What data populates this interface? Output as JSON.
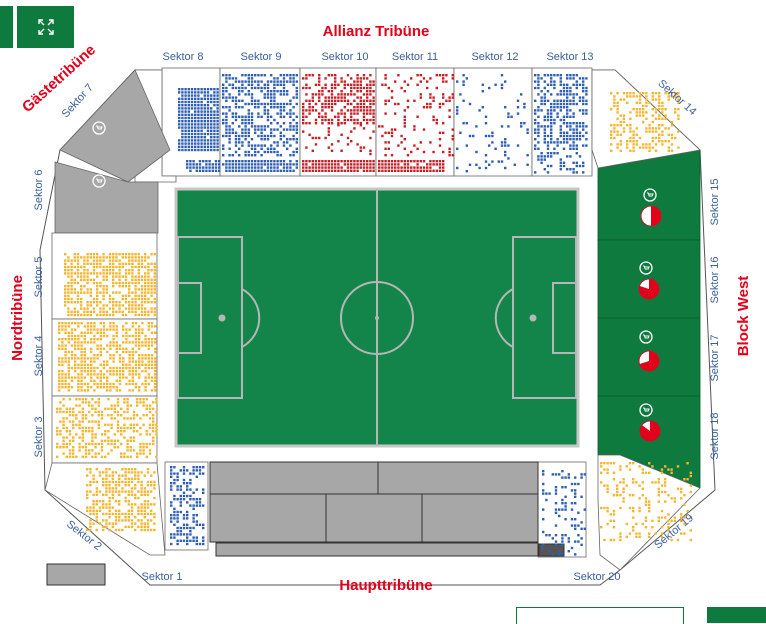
{
  "toolbar": {
    "exit_icon": "exit-fullscreen-icon",
    "fullscreen_icon": "fullscreen-icon"
  },
  "stands": {
    "north_top": "Allianz Tribüne",
    "guest": "Gästetribüne",
    "left": "Nordtribüne",
    "right": "Block West",
    "bottom": "Haupttribüne"
  },
  "sectors": {
    "s1": "Sektor 1",
    "s2": "Sektor 2",
    "s3": "Sektor 3",
    "s4": "Sektor 4",
    "s5": "Sektor 5",
    "s6": "Sektor 6",
    "s7": "Sektor 7",
    "s8": "Sektor 8",
    "s9": "Sektor 9",
    "s10": "Sektor 10",
    "s11": "Sektor 11",
    "s12": "Sektor 12",
    "s13": "Sektor 13",
    "s14": "Sektor 14",
    "s15": "Sektor 15",
    "s16": "Sektor 16",
    "s17": "Sektor 17",
    "s18": "Sektor 18",
    "s19": "Sektor 19",
    "s20": "Sektor 20"
  },
  "colors": {
    "brand_green": "#0e7a3e",
    "pitch_green": "#14854a",
    "seat_blue": "#2f5fb4",
    "seat_red": "#c42025",
    "seat_yellow": "#f3b632",
    "closed_grey": "#a7a7a7",
    "title_red": "#e3001b",
    "label_blue": "#3b5f9c"
  },
  "occupancy_pies": {
    "s15": 0.5,
    "s16": 0.8,
    "s17": 0.7,
    "s18": 0.85
  }
}
